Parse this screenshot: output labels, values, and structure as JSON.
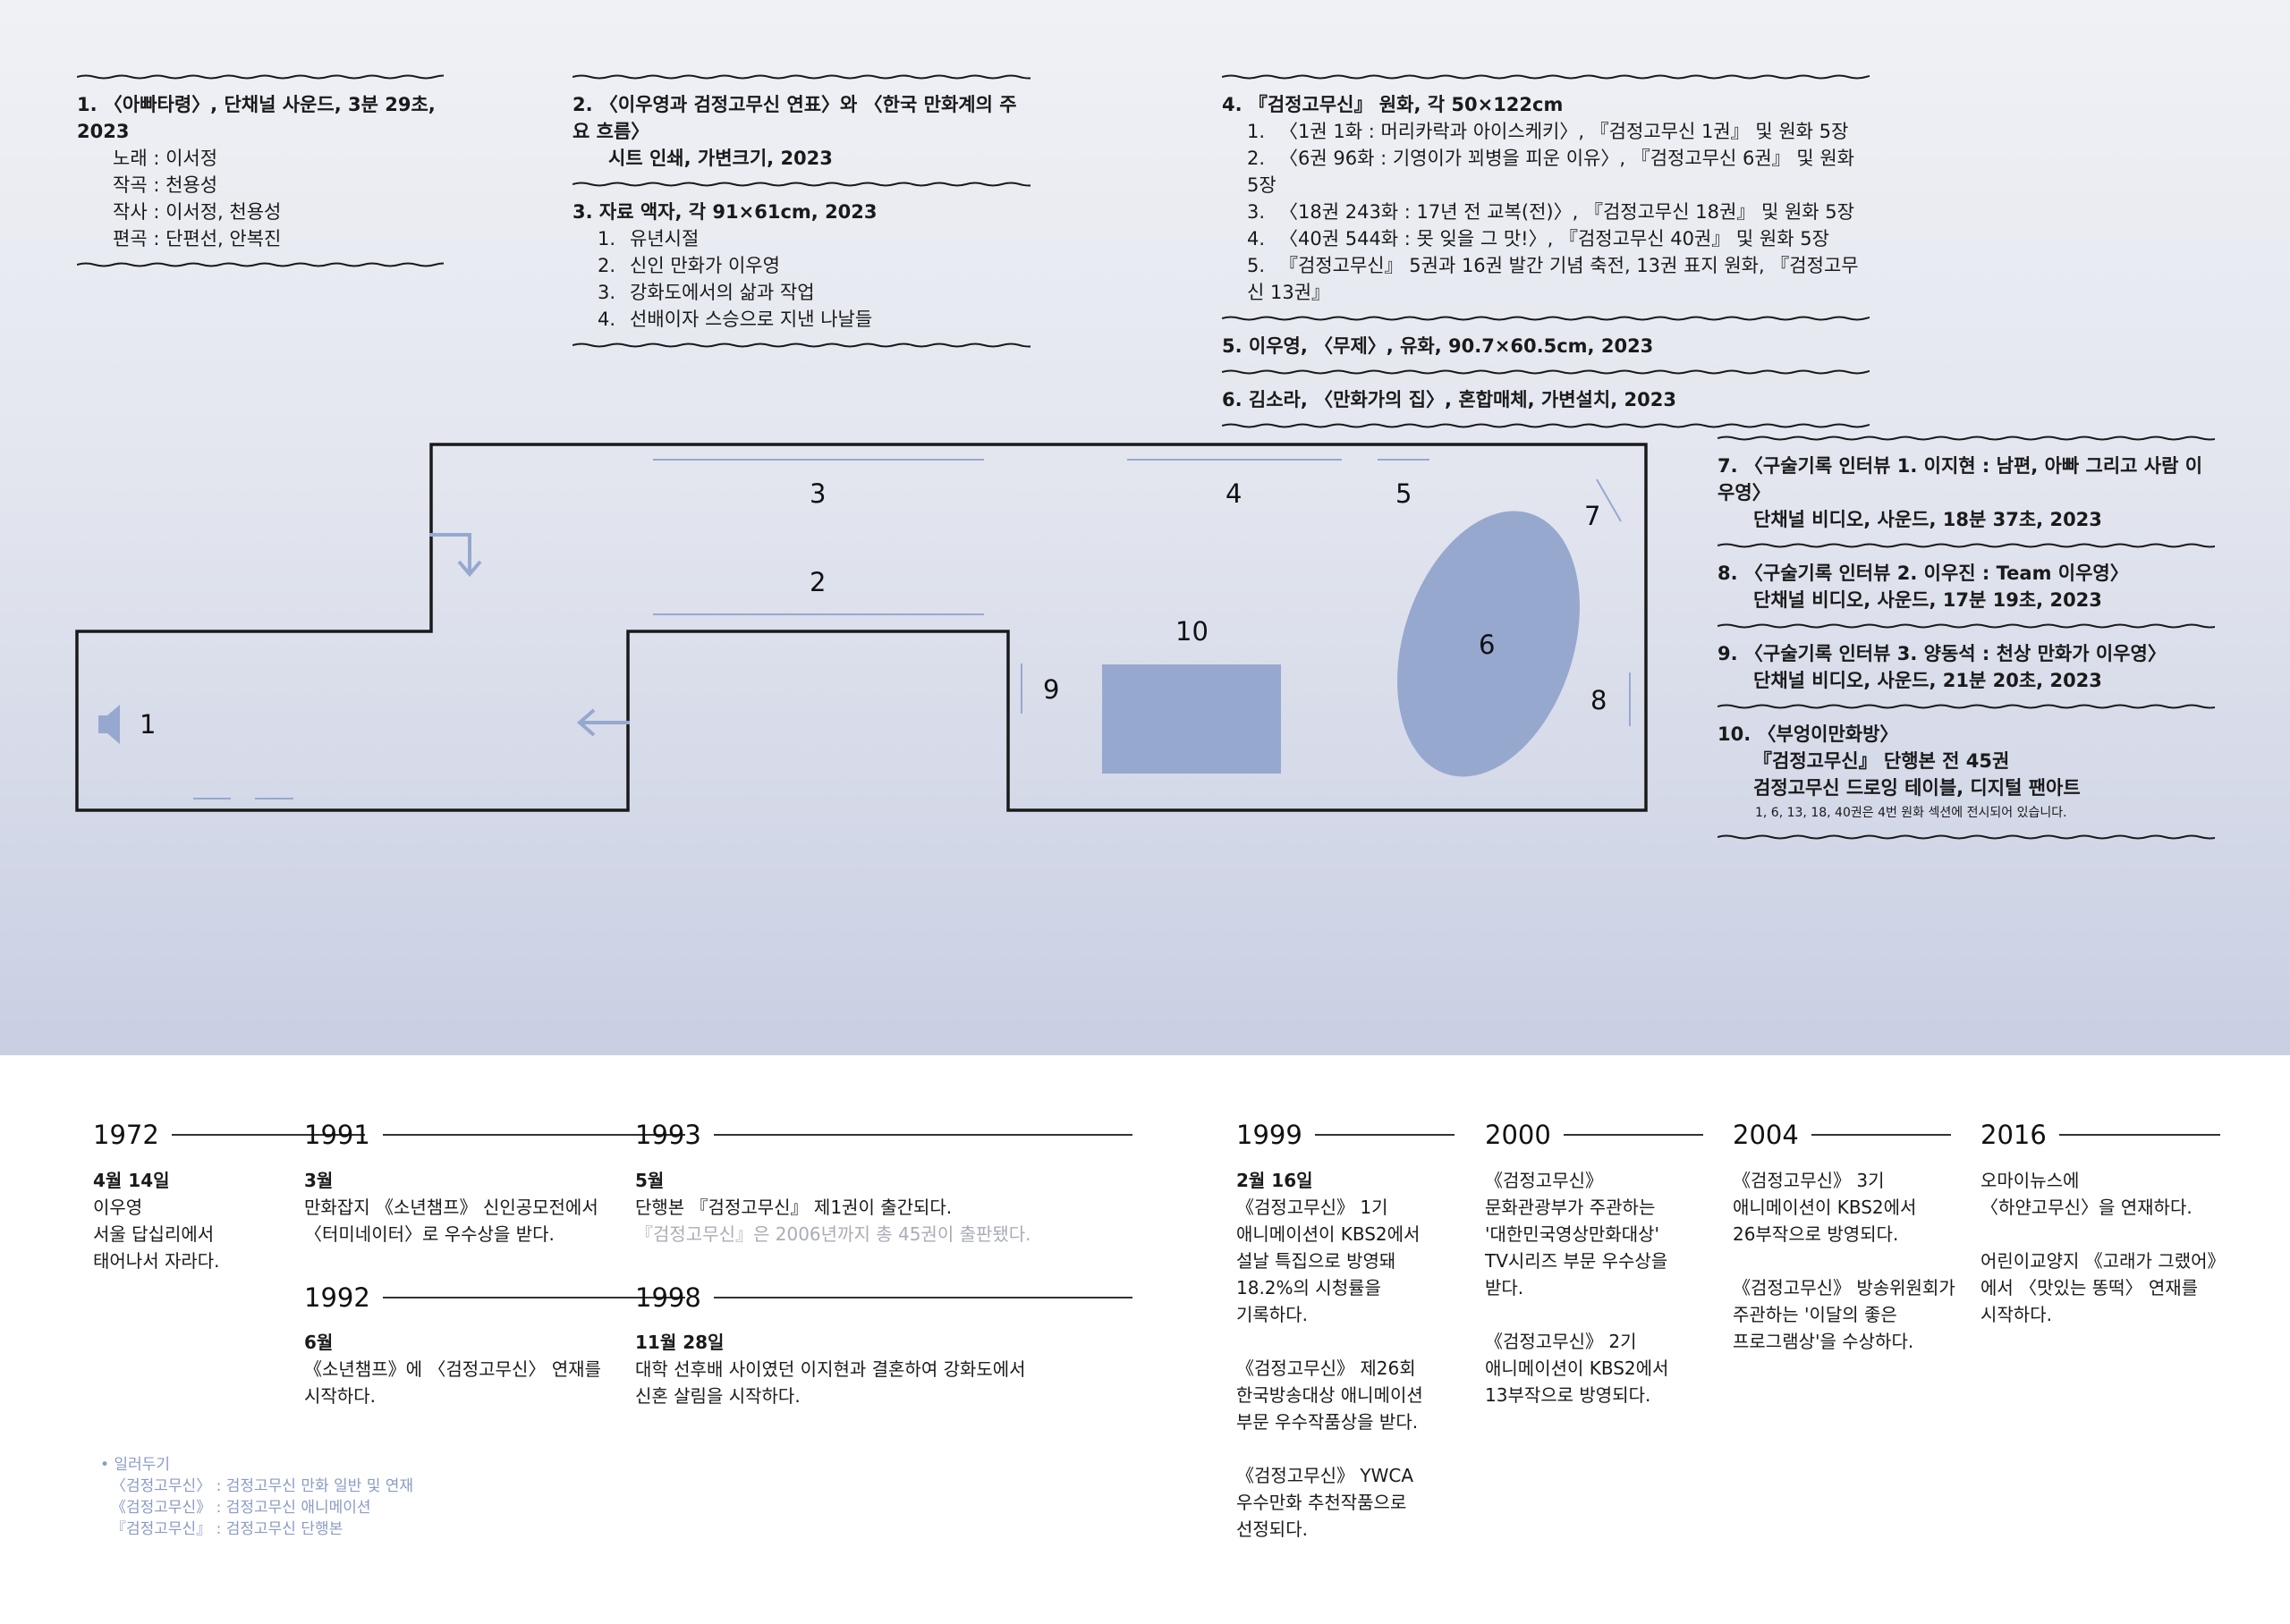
{
  "colors": {
    "accent": "#97a8cf",
    "line": "#1a1a1a",
    "grey_text": "#a9adb6"
  },
  "floorplan": {
    "speaker_icon": "speaker-icon",
    "labels": {
      "z1": "1",
      "z2": "2",
      "z3": "3",
      "z4": "4",
      "z5": "5",
      "z6": "6",
      "z7": "7",
      "z8": "8",
      "z9": "9",
      "z10": "10"
    }
  },
  "works": {
    "w1": {
      "title": "1. 〈아빠타령〉, 단채널 사운드, 3분 29초, 2023",
      "lines": [
        "노래 : 이서정",
        "작곡 : 천용성",
        "작사 : 이서정, 천용성",
        "편곡 : 단편선, 안복진"
      ]
    },
    "w2": {
      "title": "2. 〈이우영과 검정고무신 연표〉와 〈한국 만화계의 주요 흐름〉",
      "line2": "시트 인쇄, 가변크기, 2023"
    },
    "w3": {
      "title": "3. 자료 액자, 각 91×61cm, 2023",
      "items": [
        {
          "n": "1.",
          "t": "유년시절"
        },
        {
          "n": "2.",
          "t": "신인 만화가 이우영"
        },
        {
          "n": "3.",
          "t": "강화도에서의 삶과 작업"
        },
        {
          "n": "4.",
          "t": "선배이자 스승으로 지낸 나날들"
        }
      ]
    },
    "w4": {
      "title": "4. 『검정고무신』 원화, 각 50×122cm",
      "items": [
        {
          "n": "1.",
          "t": "〈1권 1화 : 머리카락과 아이스케키〉, 『검정고무신 1권』 및 원화 5장"
        },
        {
          "n": "2.",
          "t": "〈6권 96화 : 기영이가 꾀병을 피운 이유〉, 『검정고무신 6권』 및 원화 5장"
        },
        {
          "n": "3.",
          "t": "〈18권 243화 : 17년 전 교복(전)〉, 『검정고무신 18권』 및 원화 5장"
        },
        {
          "n": "4.",
          "t": "〈40권 544화 : 못 잊을 그 맛!〉, 『검정고무신 40권』 및 원화 5장"
        },
        {
          "n": "5.",
          "t": "『검정고무신』 5권과 16권 발간 기념 축전, 13권 표지 원화, 『검정고무신 13권』"
        }
      ]
    },
    "w5": {
      "title": "5. 이우영, 〈무제〉, 유화, 90.7×60.5cm, 2023"
    },
    "w6": {
      "title": "6. 김소라, 〈만화가의 집〉, 혼합매체, 가변설치, 2023"
    },
    "w7": {
      "title": "7. 〈구술기록 인터뷰 1. 이지현 : 남편, 아빠 그리고 사람 이우영〉",
      "line2": "단채널 비디오, 사운드, 18분 37초, 2023"
    },
    "w8": {
      "title": "8. 〈구술기록 인터뷰 2. 이우진 : Team 이우영〉",
      "line2": "단채널 비디오, 사운드, 17분 19초, 2023"
    },
    "w9": {
      "title": "9. 〈구술기록 인터뷰 3. 양동석 : 천상 만화가 이우영〉",
      "line2": "단채널 비디오, 사운드, 21분 20초, 2023"
    },
    "w10": {
      "title": "10. 〈부엉이만화방〉",
      "line2": "『검정고무신』 단행본 전 45권",
      "line3": "검정고무신 드로잉 테이블, 디지털 팬아트",
      "note": "1, 6, 13, 18, 40권은 4번 원화 섹션에 전시되어 있습니다."
    }
  },
  "timeline": {
    "y1972": {
      "year": "1972",
      "lines": [
        "4월 14일",
        "이우영",
        "서울 답십리에서",
        "태어나서 자라다."
      ]
    },
    "y1991": {
      "year": "1991",
      "lines": [
        "3월",
        "만화잡지 《소년챔프》 신인공모전에서",
        "〈터미네이터〉로 우수상을 받다."
      ]
    },
    "y1992": {
      "year": "1992",
      "lines": [
        "6월",
        "《소년챔프》에 〈검정고무신〉 연재를",
        "시작하다."
      ]
    },
    "y1993": {
      "year": "1993",
      "lines": [
        "5월",
        "단행본 『검정고무신』 제1권이 출간되다."
      ],
      "grey": "『검정고무신』은 2006년까지 총 45권이 출판됐다."
    },
    "y1998": {
      "year": "1998",
      "lines": [
        "11월 28일",
        "대학 선후배 사이였던 이지현과 결혼하여 강화도에서",
        "신혼 살림을 시작하다."
      ]
    },
    "y1999": {
      "year": "1999",
      "lines": [
        "2월 16일",
        "《검정고무신》 1기",
        "애니메이션이 KBS2에서",
        "설날 특집으로 방영돼",
        "18.2%의 시청률을",
        "기록하다."
      ],
      "lines2": [
        "《검정고무신》 제26회",
        "한국방송대상 애니메이션",
        "부문 우수작품상을 받다."
      ],
      "lines3": [
        "《검정고무신》 YWCA",
        "우수만화 추천작품으로",
        "선정되다."
      ]
    },
    "y2000": {
      "year": "2000",
      "lines": [
        "《검정고무신》",
        "문화관광부가 주관하는",
        "'대한민국영상만화대상'",
        "TV시리즈 부문 우수상을",
        "받다."
      ],
      "lines2": [
        "《검정고무신》 2기",
        "애니메이션이 KBS2에서",
        "13부작으로 방영되다."
      ]
    },
    "y2004": {
      "year": "2004",
      "lines": [
        "《검정고무신》 3기",
        "애니메이션이 KBS2에서",
        "26부작으로 방영되다."
      ],
      "lines2": [
        "《검정고무신》 방송위원회가",
        "주관하는 '이달의 좋은",
        "프로그램상'을 수상하다."
      ]
    },
    "y2016": {
      "year": "2016",
      "lines": [
        "오마이뉴스에",
        "〈하얀고무신〉을 연재하다."
      ],
      "lines2": [
        "어린이교양지 《고래가 그랬어》",
        "에서 〈맛있는 똥떡〉 연재를",
        "시작하다."
      ]
    }
  },
  "legend": {
    "title": "• 일러두기",
    "l1": "〈검정고무신〉 : 검정고무신 만화 일반 및 연재",
    "l2": "《검정고무신》 : 검정고무신 애니메이션",
    "l3": "『검정고무신』 : 검정고무신 단행본"
  }
}
